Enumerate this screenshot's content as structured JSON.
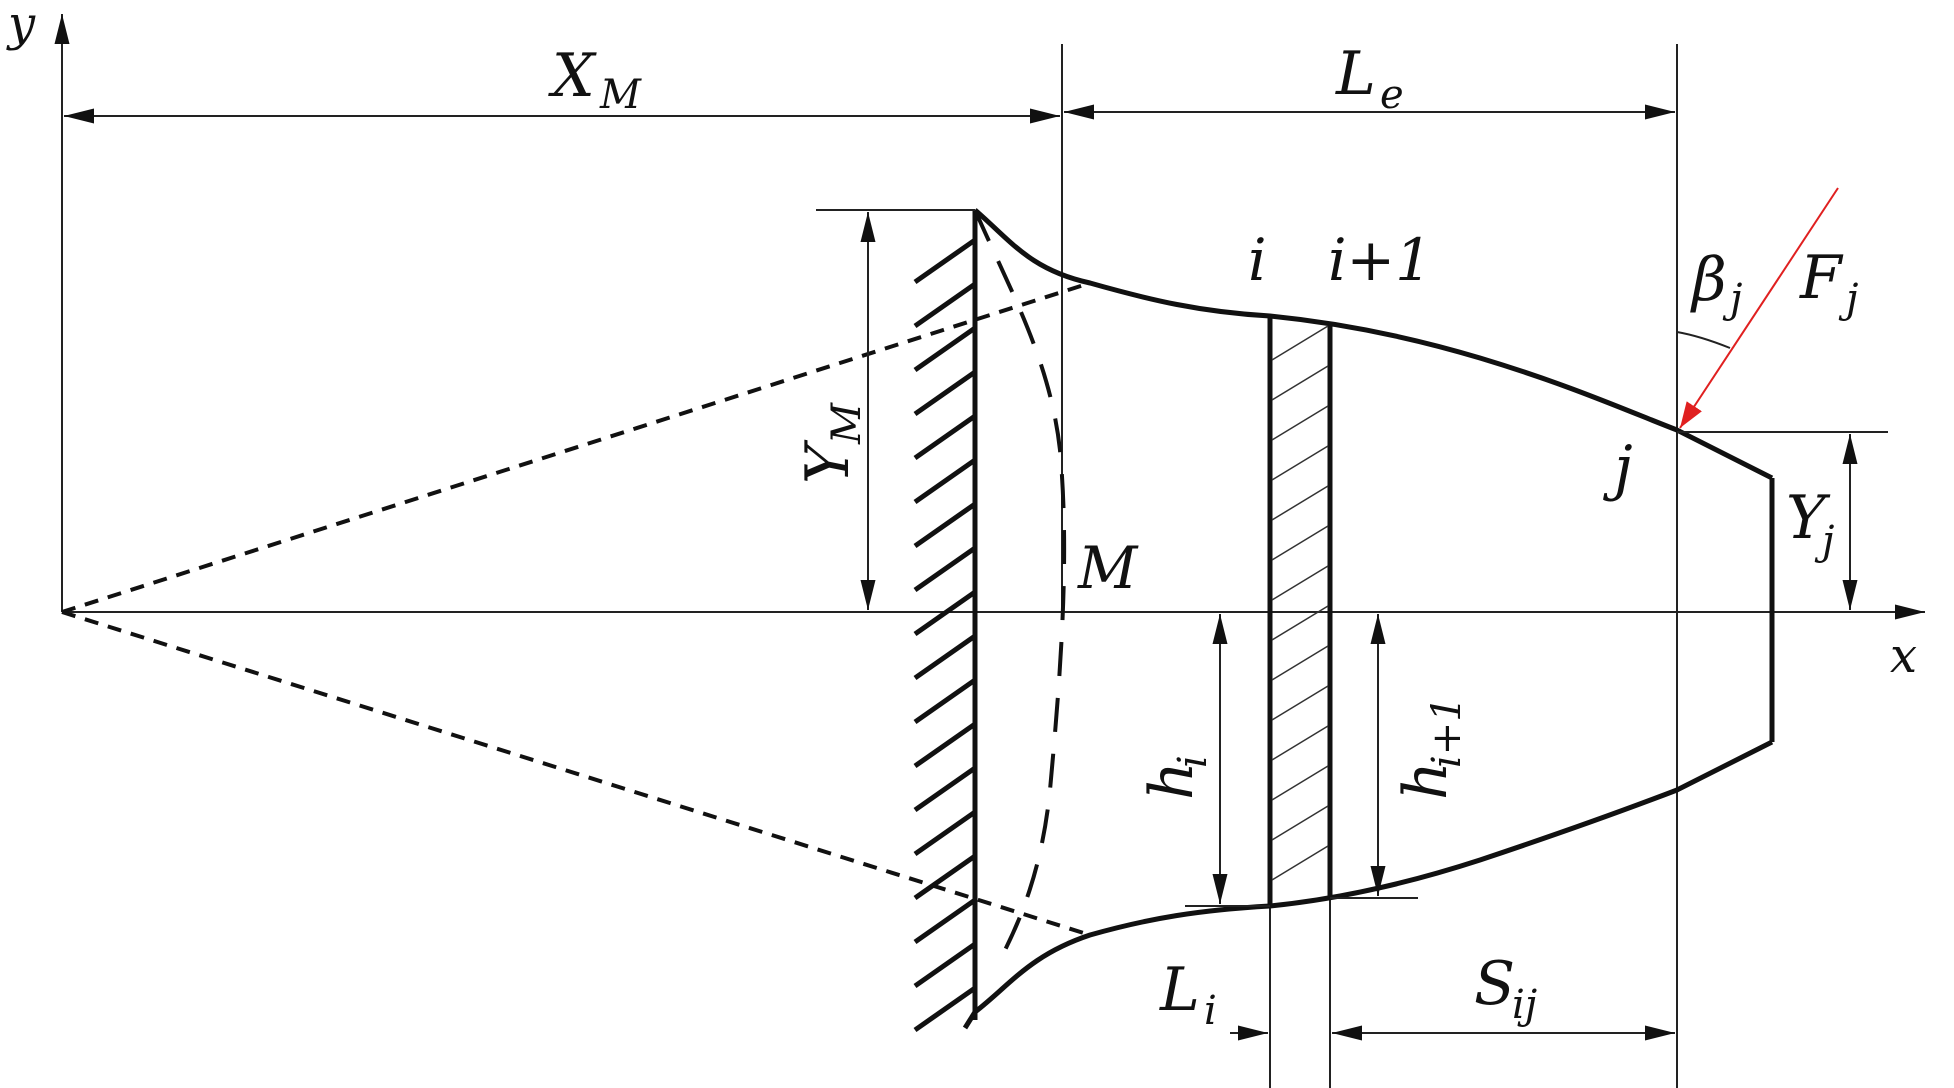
{
  "labels": {
    "y_axis": "y",
    "x_axis": "x",
    "xm_main": "X",
    "xm_sub": "M",
    "le_main": "L",
    "le_sub": "e",
    "ym_main": "Y",
    "ym_sub": "M",
    "m_point": "M",
    "i_label": "i",
    "i1_label": "i+1",
    "beta_main": "β",
    "beta_sub": "j",
    "f_main": "F",
    "f_sub": "j",
    "j_point": "j",
    "yj_main": "Y",
    "yj_sub": "j",
    "hi_main": "h",
    "hi_sub": "i",
    "hi1_main": "h",
    "hi1_sub": "i+1",
    "li_main": "L",
    "li_sub": "i",
    "sij_main": "S",
    "sij_sub": "ij"
  },
  "colors": {
    "line": "#111111",
    "force_arrow": "#e02020"
  }
}
